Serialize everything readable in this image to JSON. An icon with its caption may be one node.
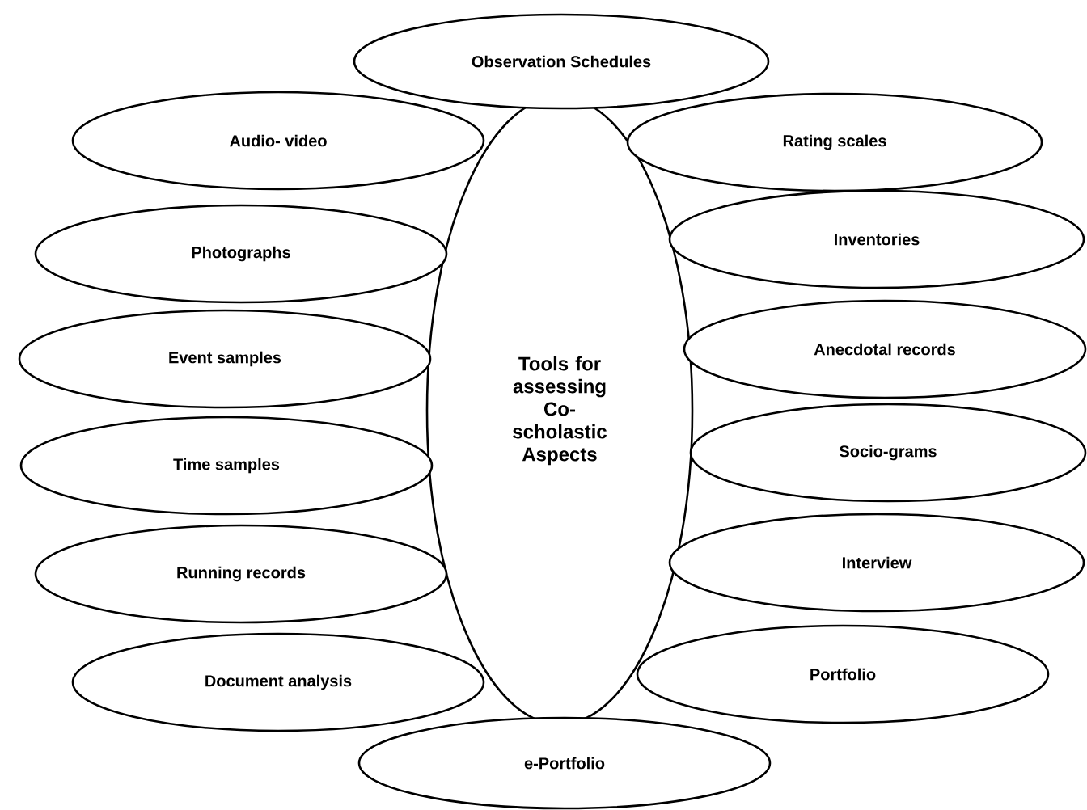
{
  "diagram": {
    "nodes": [
      {
        "text": [
          "Tools for assessing Co- scholastic Aspects"
        ]
      },
      {
        "text": [
          "Observation Schedules"
        ]
      },
      {
        "text": [
          "Audio- video"
        ]
      },
      {
        "text": [
          "Rating scales"
        ]
      },
      {
        "text": [
          "Photographs"
        ]
      },
      {
        "text": [
          "Inventories"
        ]
      },
      {
        "text": [
          "Event samples"
        ]
      },
      {
        "text": [
          "Anecdotal records"
        ]
      },
      {
        "text": [
          "Time samples"
        ]
      },
      {
        "text": [
          "Socio-grams"
        ]
      },
      {
        "text": [
          "Running records"
        ]
      },
      {
        "text": [
          "Interview"
        ]
      },
      {
        "text": [
          "Document analysis"
        ]
      },
      {
        "text": [
          "Portfolio"
        ]
      },
      {
        "text": [
          "e-Portfolio"
        ]
      }
    ]
  }
}
